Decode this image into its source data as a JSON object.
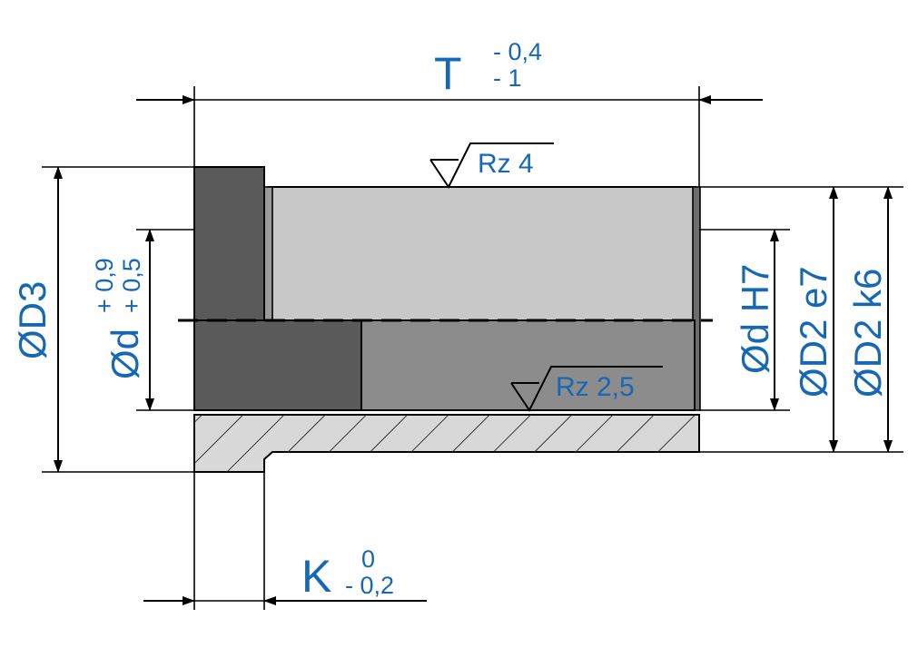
{
  "labels": {
    "T": "T",
    "T_tol_upper": "- 0,4",
    "T_tol_lower": "- 1",
    "K": "K",
    "K_tol_upper": "0",
    "K_tol_lower": "- 0,2",
    "D3": "ØD3",
    "d_left": "Ød",
    "d_left_tol_upper": "+ 0,9",
    "d_left_tol_lower": "+ 0,5",
    "d_H7": "Ød H7",
    "D2_e7": "ØD2 e7",
    "D2_k6": "ØD2 k6",
    "rz_top": "Rz 4",
    "rz_bottom": "Rz 2,5"
  },
  "colors": {
    "dimension_text": "#1668b4",
    "flange_dark": "#5a5a5a",
    "bore_light": "#c8c8c8",
    "bore_mid": "#8c8c8c",
    "section_hatch": "#d8d8d8"
  }
}
